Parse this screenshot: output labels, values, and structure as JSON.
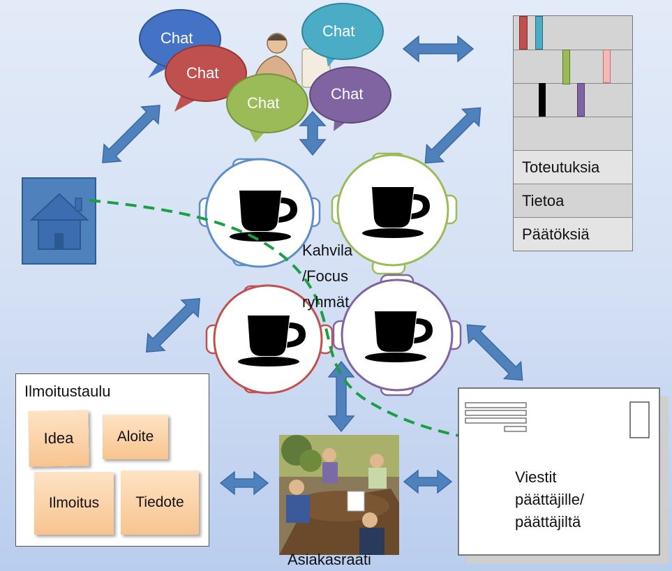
{
  "chat_bubbles": [
    {
      "label": "Chat",
      "color": "#4472c4"
    },
    {
      "label": "Chat",
      "color": "#c0504d"
    },
    {
      "label": "Chat",
      "color": "#4bacc6"
    },
    {
      "label": "Chat",
      "color": "#9bbb59"
    },
    {
      "label": "Chat",
      "color": "#8064a2"
    }
  ],
  "shelf": {
    "labels": [
      "Toteutuksia",
      "Tietoa",
      "Päätöksiä"
    ]
  },
  "cafe": {
    "label": "Kahvila\n/Focus\nryhmät",
    "table_colors": [
      "#5b8ec9",
      "#9bbb59",
      "#c0504d",
      "#8064a2"
    ]
  },
  "noticeboard": {
    "title": "Ilmoitustaulu",
    "notes": [
      "Idea",
      "Aloite",
      "Ilmoitus",
      "Tiedote"
    ]
  },
  "panel": {
    "label": "Asiakasraati"
  },
  "envelope": {
    "label": "Viestit\npäättäjille/\npäättäjiltä"
  },
  "colors": {
    "arrow": "#4f81bd",
    "dashed_path": "#1aa043",
    "home": "#4f81bd"
  },
  "icons": [
    "chat-bubble-icon",
    "person-at-computer-icon",
    "home-icon",
    "coffee-cup-icon",
    "envelope-icon",
    "meeting-photo-icon"
  ]
}
